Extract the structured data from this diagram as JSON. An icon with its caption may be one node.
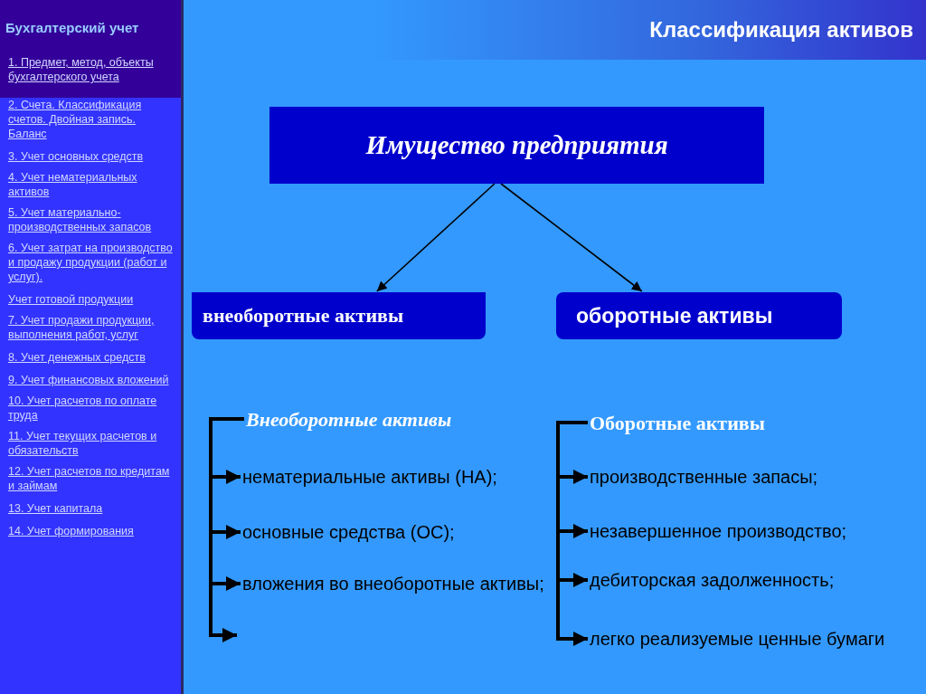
{
  "diagram": {
    "title": "Классификация активов",
    "nodes": [
      {
        "text": [
          "Имущество предприятия"
        ]
      },
      {
        "text": [
          "внеоборотные активы"
        ]
      },
      {
        "text": [
          "оборотные активы"
        ]
      },
      {
        "text": [
          "Внеоборотные активы"
        ]
      },
      {
        "text": [
          "нематериальные активы (НА);"
        ]
      },
      {
        "text": [
          "основные средства (ОС);"
        ]
      },
      {
        "text": [
          "вложения во внеоборотные активы;"
        ]
      },
      {
        "text": [
          "Оборотные активы"
        ]
      },
      {
        "text": [
          "производственные запасы;"
        ]
      },
      {
        "text": [
          "незавершенное производство;"
        ]
      },
      {
        "text": [
          "дебиторская задолженность;"
        ]
      },
      {
        "text": [
          "легко реализуемые ценные бумаги"
        ]
      }
    ],
    "edges": [
      {
        "from": 0,
        "to": 1,
        "arrow": "to"
      },
      {
        "from": 0,
        "to": 2,
        "arrow": "to"
      },
      {
        "from": 3,
        "to": 4,
        "arrow": "to"
      },
      {
        "from": 3,
        "to": 5,
        "arrow": "to"
      },
      {
        "from": 3,
        "to": 6,
        "arrow": "to"
      },
      {
        "from": 3,
        "to": null,
        "arrow": "to"
      },
      {
        "from": 7,
        "to": 8,
        "arrow": "to"
      },
      {
        "from": 7,
        "to": 9,
        "arrow": "to"
      },
      {
        "from": 7,
        "to": 10,
        "arrow": "to"
      },
      {
        "from": 7,
        "to": 11,
        "arrow": "to"
      }
    ],
    "labels": [
      "Бухгалтерский учет",
      "1. Предмет, метод, объекты бухгалтерского учета",
      "2. Счета. Классификация счетов. Двойная запись. Баланс",
      "3. Учет основных средств",
      "4. Учет нематериальных активов",
      "5. Учет материально-производственных запасов",
      "6. Учет затрат на производство и продажу продукции (работ и услуг).",
      "Учет готовой продукции",
      "7. Учет продажи продукции, выполнения работ, услуг",
      "8. Учет денежных средств",
      "9. Учет финансовых вложений",
      "10. Учет расчетов по оплате труда",
      "11. Учет текущих расчетов и обязательств",
      "12. Учет расчетов по кредитам и займам",
      "13. Учет капитала",
      "14. Учет формирования"
    ]
  }
}
